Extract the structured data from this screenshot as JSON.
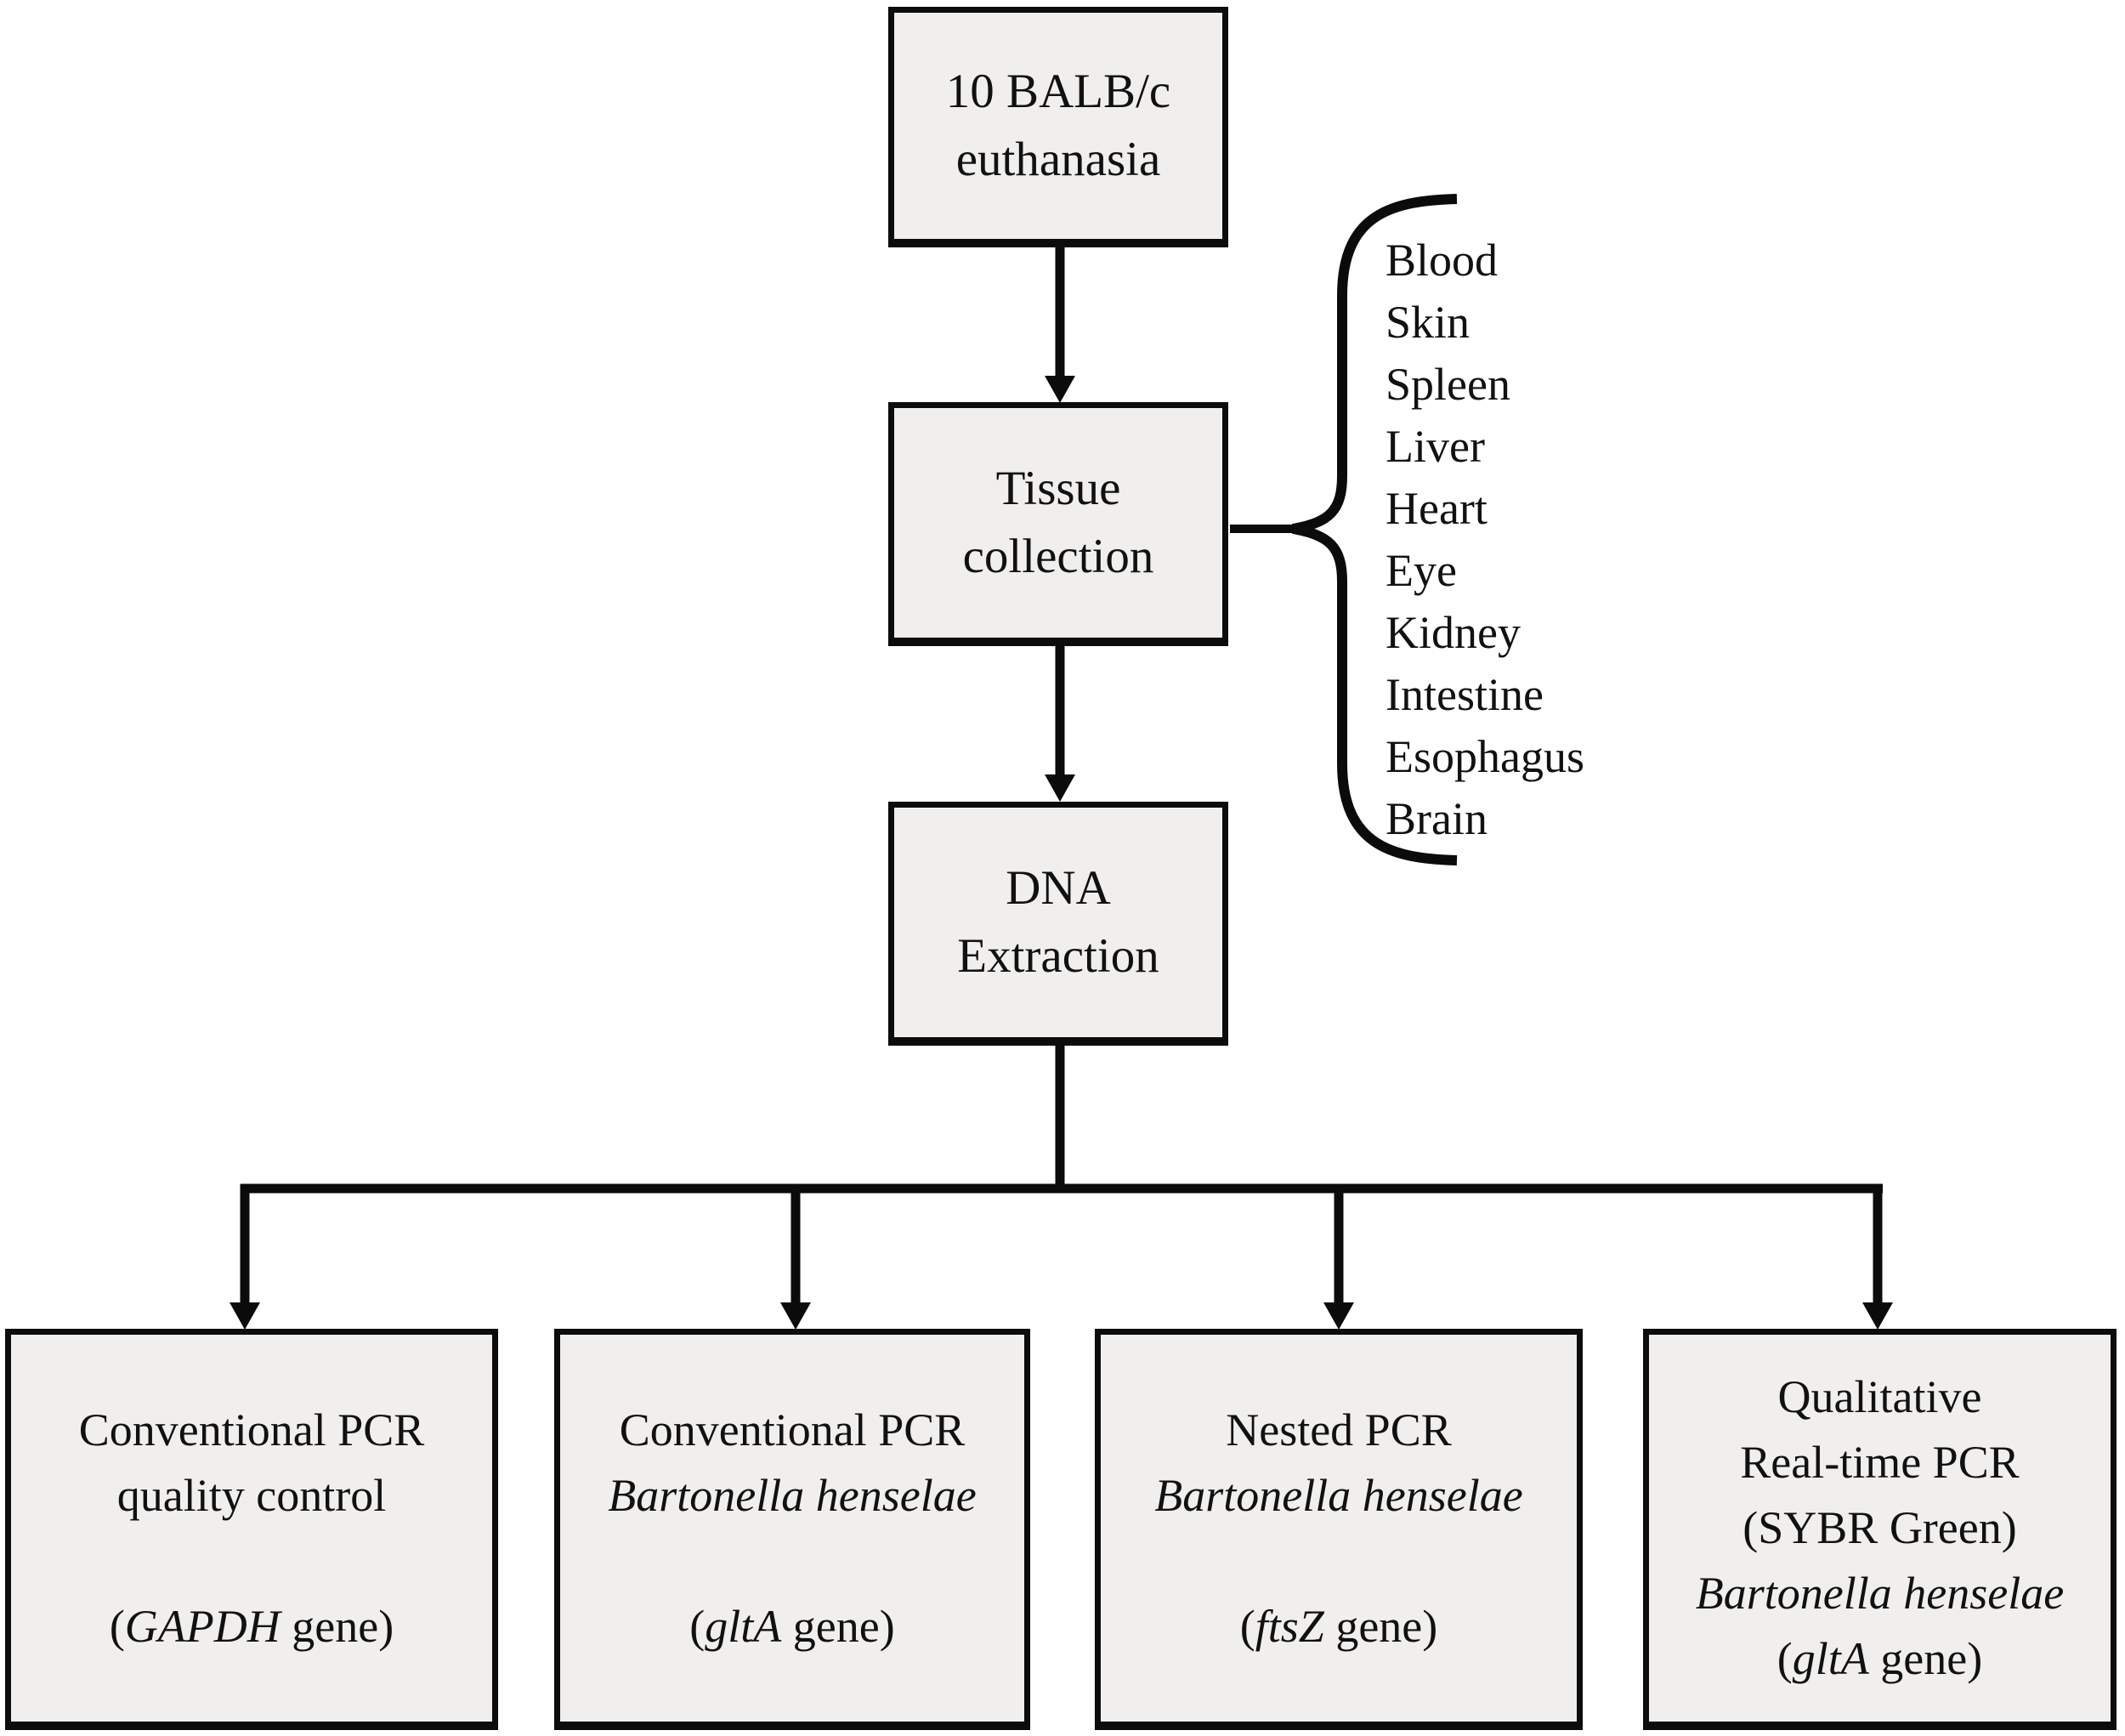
{
  "colors": {
    "box_fill": "#f0efed",
    "line": "#0b0b0b",
    "artifact_mark": "#2fe0f0"
  },
  "flow": {
    "top_box": {
      "line1": "10 BALB/c",
      "line2": "euthanasia"
    },
    "tissue_box": {
      "line1": "Tissue",
      "line2": "collection"
    },
    "dna_box": {
      "line1": "DNA",
      "line2": "Extraction"
    },
    "tissues": [
      "Blood",
      "Skin",
      "Spleen",
      "Liver",
      "Heart",
      "Eye",
      "Kidney",
      "Intestine",
      "Esophagus",
      "Brain"
    ],
    "assays": [
      {
        "title": "Conventional PCR",
        "subtitle": "quality control",
        "gene_prefix": "(",
        "gene": "GAPDH",
        "gene_suffix": " gene)"
      },
      {
        "title": "Conventional PCR",
        "species": "Bartonella henselae",
        "gene_prefix": "(",
        "gene": "gltA",
        "gene_suffix": " gene)"
      },
      {
        "title": "Nested PCR",
        "species": "Bartonella henselae",
        "gene_prefix": "(",
        "gene": "ftsZ",
        "gene_suffix": " gene)"
      },
      {
        "title": "Qualitative",
        "title2": "Real-time PCR",
        "title3": "(SYBR Green)",
        "species": "Bartonella henselae",
        "gene_prefix": "(",
        "gene": "gltA",
        "gene_suffix": " gene)"
      }
    ]
  }
}
